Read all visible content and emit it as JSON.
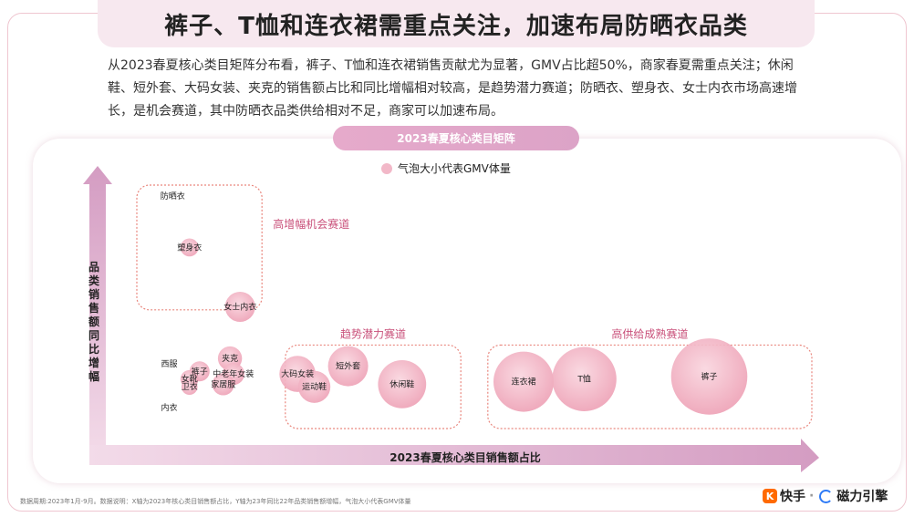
{
  "title": "裤子、T恤和连衣裙需重点关注，加速布局防晒衣品类",
  "description": "从2023春夏核心类目矩阵分布看，裤子、T恤和连衣裙销售贡献尤为显著，GMV占比超50%，商家春夏需重点关注；休闲鞋、短外套、大码女装、夹克的销售额占比和同比增幅相对较高，是趋势潜力赛道；防晒衣、塑身衣、女士内衣市场高速增长，是机会赛道，其中防晒衣品类供给相对不足，商家可以加速布局。",
  "matrix_title": "2023春夏核心类目矩阵",
  "legend_label": "气泡大小代表GMV体量",
  "footnote": "数据周期:2023年1月-9月。数据说明：X轴为2023年核心类目销售额占比，Y轴为23年同比22年品类销售额增幅，气泡大小代表GMV体量",
  "logo": {
    "brand1": "快手",
    "sep": "·",
    "brand2": "磁力引擎",
    "k_glyph": "K"
  },
  "colors": {
    "bubble": "#f2b6c6",
    "bubble_dark": "#e58fa8",
    "zone_border": "#e9877e",
    "zone_label": "#c9507a",
    "axis": "#d9a5c7"
  },
  "chart_data": {
    "type": "scatter",
    "title": "2023春夏核心类目矩阵",
    "xlabel": "2023春夏核心类目销售额占比",
    "ylabel": "品类销售额同比增幅",
    "size_note": "气泡大小代表GMV体量",
    "xlim": [
      0,
      100
    ],
    "ylim": [
      0,
      100
    ],
    "zones": [
      {
        "label": "高增幅机会赛道",
        "x": [
          0,
          18
        ],
        "y": [
          46,
          100
        ]
      },
      {
        "label": "趋势潜力赛道",
        "x": [
          22,
          48
        ],
        "y": [
          0,
          38
        ]
      },
      {
        "label": "高供给成熟赛道",
        "x": [
          52,
          100
        ],
        "y": [
          0,
          38
        ]
      }
    ],
    "points": [
      {
        "name": "防晒衣",
        "x": 8.0,
        "y": 93,
        "size": 0
      },
      {
        "name": "塑身衣",
        "x": 10.5,
        "y": 73,
        "size": 0.9
      },
      {
        "name": "女士内衣",
        "x": 18.0,
        "y": 50,
        "size": 1.5
      },
      {
        "name": "西服",
        "x": 7.5,
        "y": 28,
        "size": 0
      },
      {
        "name": "夹克",
        "x": 16.5,
        "y": 30,
        "size": 1.2
      },
      {
        "name": "裤子",
        "x": 12.0,
        "y": 25,
        "size": 1.0
      },
      {
        "name": "中老年女装",
        "x": 17.0,
        "y": 24,
        "size": 1.1
      },
      {
        "name": "女靴",
        "x": 10.5,
        "y": 22,
        "size": 0.9
      },
      {
        "name": "家居服",
        "x": 15.5,
        "y": 20,
        "size": 1.1
      },
      {
        "name": "卫衣",
        "x": 10.5,
        "y": 19,
        "size": 0.8
      },
      {
        "name": "内衣",
        "x": 7.5,
        "y": 11,
        "size": 0
      },
      {
        "name": "大码女装",
        "x": 26.5,
        "y": 24,
        "size": 1.8
      },
      {
        "name": "运动鞋",
        "x": 29.0,
        "y": 19,
        "size": 1.6
      },
      {
        "name": "短外套",
        "x": 34.0,
        "y": 27,
        "size": 2.0
      },
      {
        "name": "休闲鞋",
        "x": 42.0,
        "y": 20,
        "size": 2.4
      },
      {
        "name": "连衣裙",
        "x": 60.0,
        "y": 21,
        "size": 3.0
      },
      {
        "name": "T恤",
        "x": 69.0,
        "y": 22,
        "size": 3.2
      },
      {
        "name": "裤子",
        "x": 87.5,
        "y": 23,
        "size": 3.8
      }
    ]
  }
}
